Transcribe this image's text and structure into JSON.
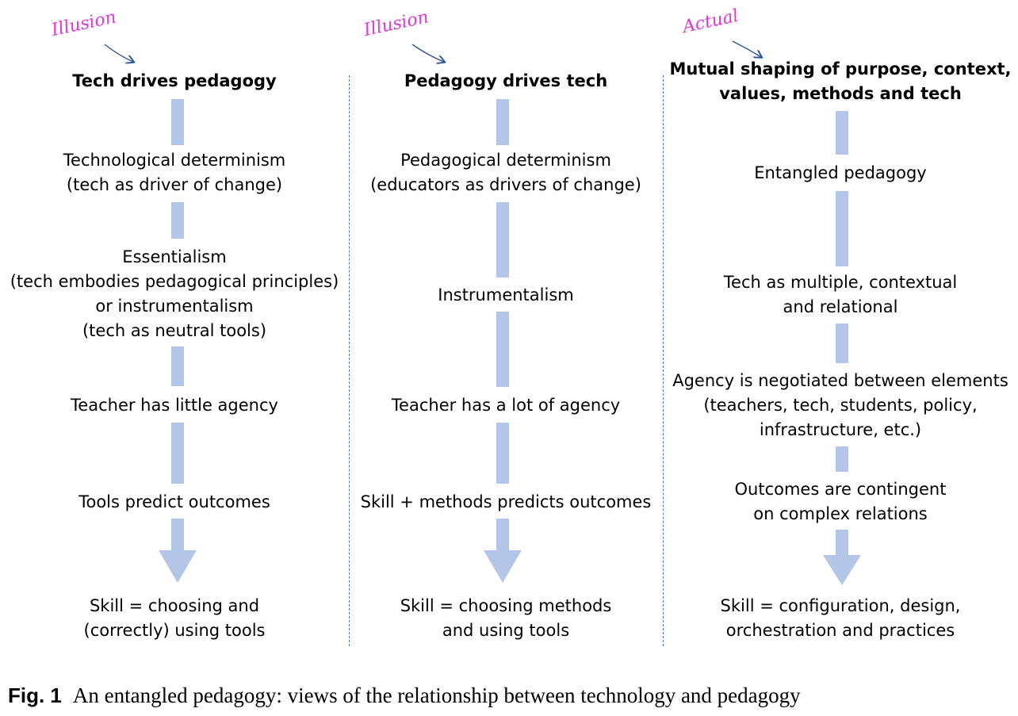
{
  "columns": [
    {
      "tag": "Illusion",
      "title": "Tech drives pedagogy",
      "steps": [
        [
          "Technological determinism",
          "(tech as driver of change)"
        ],
        [
          "Essentialism",
          "(tech embodies pedagogical principles)",
          "or instrumentalism",
          "(tech as neutral tools)"
        ],
        [
          "Teacher has little agency"
        ],
        [
          "Tools predict outcomes"
        ]
      ],
      "outcome": [
        "Skill = choosing and",
        "(correctly) using tools"
      ]
    },
    {
      "tag": "Illusion",
      "title": "Pedagogy drives tech",
      "steps": [
        [
          "Pedagogical determinism",
          "(educators as drivers of change)"
        ],
        [
          "Instrumentalism"
        ],
        [
          "Teacher has a lot of agency"
        ],
        [
          "Skill + methods predicts outcomes"
        ]
      ],
      "outcome": [
        "Skill = choosing methods",
        "and using tools"
      ]
    },
    {
      "tag": "Actual",
      "title": [
        "Mutual shaping of purpose, context,",
        "values, methods and tech"
      ],
      "steps": [
        [
          "Entangled pedagogy"
        ],
        [
          "Tech as multiple, contextual",
          "and relational"
        ],
        [
          "Agency is negotiated between elements",
          "(teachers, tech, students, policy,",
          "infrastructure, etc.)"
        ],
        [
          "Outcomes are contingent",
          "on complex relations"
        ]
      ],
      "outcome": [
        "Skill = configuration, design,",
        "orchestration and practices"
      ]
    }
  ],
  "caption": {
    "label": "Fig. 1",
    "text": "An entangled pedagogy: views of the relationship between technology and pedagogy"
  },
  "colors": {
    "bar": "#b4c6e7",
    "tag": "#e03ad6",
    "divider": "#4a78c4"
  }
}
